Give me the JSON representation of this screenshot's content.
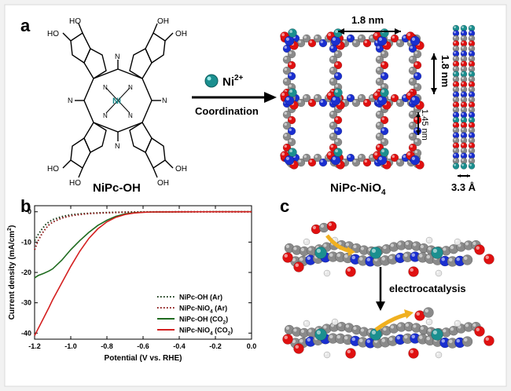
{
  "panel_labels": {
    "a": "a",
    "b": "b",
    "c": "c"
  },
  "panel_a": {
    "oh_label": "HO",
    "oh_label_right": "OH",
    "n_atom": "N",
    "ni_atom": "Ni",
    "monomer_name": "NiPc-OH",
    "ni_ion": "Ni",
    "ni_charge": "2+",
    "arrow_label": "Coordination",
    "framework_name_prefix": "NiPc-NiO",
    "framework_name_sub": "4",
    "pore_width": "1.8 nm",
    "pore_height": "1.8 nm",
    "linker_length": "1.45 nm",
    "interlayer": "3.3 Å"
  },
  "panel_c": {
    "step_label": "electrocatalysis"
  },
  "chart_data": {
    "type": "line",
    "xlabel": "Potential (V vs. RHE)",
    "ylabel": "Current density (mA/cm²)",
    "ylabel_base": "Current density (mA/cm",
    "ylabel_sup": "2",
    "ylabel_end": ")",
    "xlim": [
      -1.2,
      0.0
    ],
    "ylim": [
      -42,
      2
    ],
    "x_ticks": [
      "-1.2",
      "-1.0",
      "-0.8",
      "-0.6",
      "-0.4",
      "-0.2",
      "0.0"
    ],
    "y_ticks": [
      "0",
      "-10",
      "-20",
      "-30",
      "-40"
    ],
    "legend_position": "bottom-right",
    "series": [
      {
        "name": "NiPc-OH (Ar)",
        "legend_base": "NiPc-OH (Ar)",
        "legend_sub": "",
        "legend_end": "",
        "color": "#1a3d1a",
        "dash": true,
        "x": [
          -1.2,
          -1.18,
          -1.16,
          -1.14,
          -1.12,
          -1.1,
          -1.05,
          -1.0,
          -0.95,
          -0.9,
          -0.85,
          -0.8,
          -0.75,
          -0.7,
          -0.65,
          -0.6,
          -0.4,
          -0.2,
          0.0
        ],
        "y": [
          -9.5,
          -7.5,
          -5.8,
          -4.3,
          -3.3,
          -2.6,
          -1.6,
          -1.0,
          -0.7,
          -0.5,
          -0.35,
          -0.25,
          -0.18,
          -0.12,
          -0.08,
          -0.05,
          -0.02,
          0.0,
          0.0
        ]
      },
      {
        "name": "NiPc-NiO4 (Ar)",
        "legend_base": "NiPc-NiO",
        "legend_sub": "4",
        "legend_end": " (Ar)",
        "color": "#8b1a1a",
        "dash": true,
        "x": [
          -1.2,
          -1.18,
          -1.16,
          -1.14,
          -1.12,
          -1.1,
          -1.05,
          -1.0,
          -0.95,
          -0.9,
          -0.85,
          -0.8,
          -0.75,
          -0.7,
          -0.65,
          -0.6,
          -0.4,
          -0.2,
          0.0
        ],
        "y": [
          -12.5,
          -9.5,
          -7.3,
          -5.6,
          -4.3,
          -3.4,
          -2.1,
          -1.3,
          -0.9,
          -0.6,
          -0.45,
          -0.32,
          -0.22,
          -0.15,
          -0.1,
          -0.06,
          -0.02,
          0.0,
          0.0
        ]
      },
      {
        "name": "NiPc-OH (CO2)",
        "legend_base": "NiPc-OH (CO",
        "legend_sub": "2",
        "legend_end": ")",
        "color": "#1f6b1f",
        "dash": false,
        "x": [
          -1.2,
          -1.18,
          -1.15,
          -1.12,
          -1.1,
          -1.05,
          -1.0,
          -0.95,
          -0.9,
          -0.85,
          -0.8,
          -0.75,
          -0.7,
          -0.65,
          -0.6,
          -0.55,
          -0.5,
          -0.4,
          -0.2,
          0.0
        ],
        "y": [
          -21.8,
          -21.0,
          -20.3,
          -19.5,
          -18.8,
          -16.0,
          -12.5,
          -9.5,
          -6.8,
          -4.5,
          -2.8,
          -1.5,
          -0.7,
          -0.3,
          -0.15,
          -0.08,
          -0.05,
          -0.02,
          0.0,
          0.0
        ]
      },
      {
        "name": "NiPc-NiO4 (CO2)",
        "legend_base": "NiPc-NiO",
        "legend_sub": "4",
        "legend_end": " (CO",
        "legend_sub2": "2",
        "legend_end2": ")",
        "color": "#d42020",
        "dash": false,
        "x": [
          -1.2,
          -1.18,
          -1.15,
          -1.12,
          -1.1,
          -1.05,
          -1.0,
          -0.95,
          -0.9,
          -0.85,
          -0.8,
          -0.75,
          -0.7,
          -0.65,
          -0.6,
          -0.55,
          -0.5,
          -0.4,
          -0.2,
          0.0
        ],
        "y": [
          -40.8,
          -38.5,
          -35.0,
          -31.5,
          -29.0,
          -23.5,
          -18.0,
          -13.0,
          -8.8,
          -5.6,
          -3.3,
          -1.8,
          -0.9,
          -0.4,
          -0.18,
          -0.08,
          -0.04,
          -0.02,
          0.0,
          0.0
        ]
      }
    ]
  }
}
